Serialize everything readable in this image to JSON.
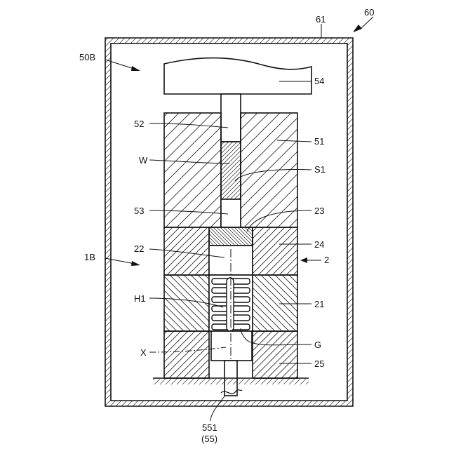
{
  "labels": {
    "assembly": "60",
    "enclosure": "61",
    "press_device": "50B",
    "upper_die": "54",
    "punch": "52",
    "die": "51",
    "workpiece": "W",
    "space": "S1",
    "lower_punch": "53",
    "cap": "23",
    "outer_body": "24",
    "inner_space": "22",
    "unit": "1B",
    "device": "2",
    "holes": "H1",
    "inner_body": "21",
    "axis": "X",
    "gap": "G",
    "base_block": "25",
    "shaft": "551",
    "shaft_parent": "(55)"
  }
}
